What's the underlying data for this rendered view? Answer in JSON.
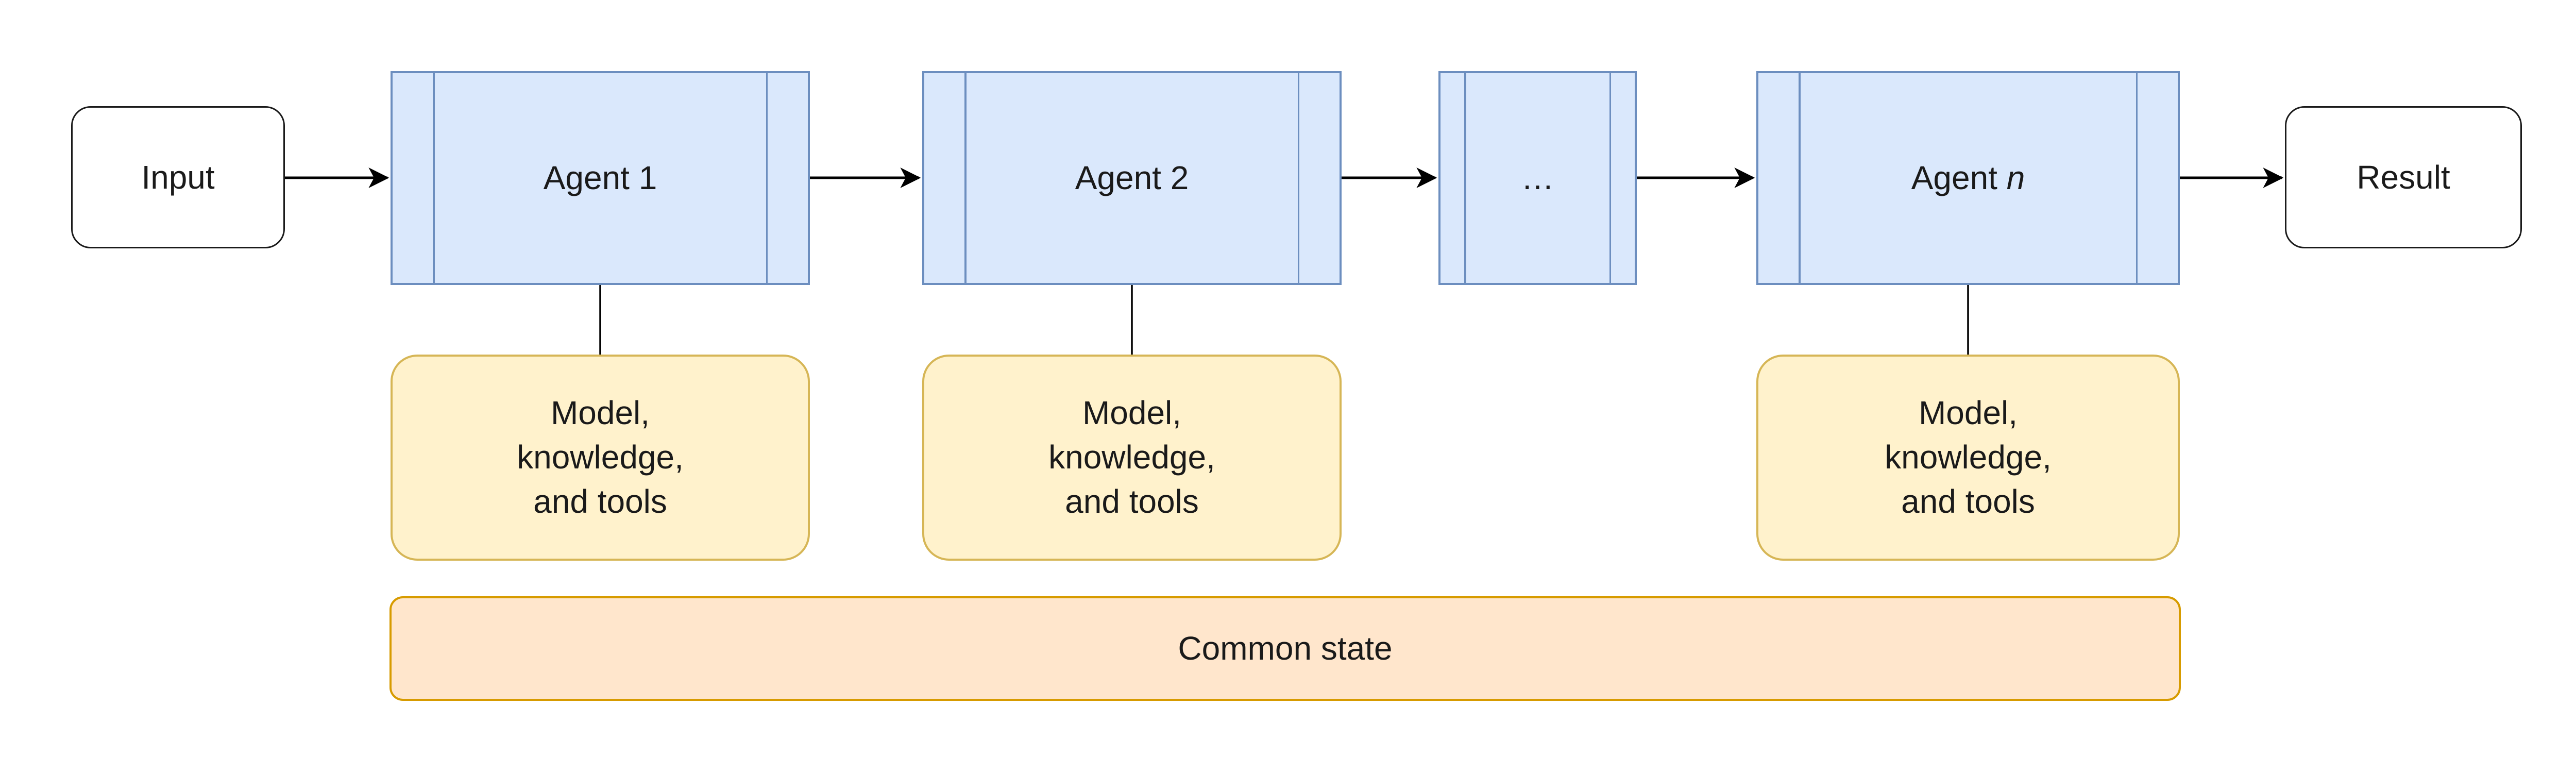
{
  "colors": {
    "process_fill": "#DAE8FC",
    "process_stroke": "#6C8EBF",
    "resource_fill": "#FFF2CC",
    "resource_stroke": "#D6B656",
    "state_fill": "#FFE6CC",
    "state_stroke": "#D79B00",
    "terminal_fill": "#FFFFFF",
    "terminal_stroke": "#1A1A1A",
    "connector": "#000000",
    "text": "#1A1A1A"
  },
  "flow": {
    "input": {
      "label": "Input"
    },
    "agent_1": {
      "label_prefix": "Agent ",
      "label_var": "1",
      "var_font_style": "normal"
    },
    "agent_2": {
      "label_prefix": "Agent ",
      "label_var": "2",
      "var_font_style": "normal"
    },
    "ellipsis": {
      "label": "…"
    },
    "agent_n": {
      "label_prefix": "Agent ",
      "label_var": "n",
      "var_font_style": "italic"
    },
    "result": {
      "label": "Result"
    }
  },
  "resources": [
    {
      "label": "Model,\nknowledge,\nand tools"
    },
    {
      "label": "Model,\nknowledge,\nand tools"
    },
    {
      "label": "Model,\nknowledge,\nand tools"
    }
  ],
  "common_state": {
    "label": "Common state"
  }
}
